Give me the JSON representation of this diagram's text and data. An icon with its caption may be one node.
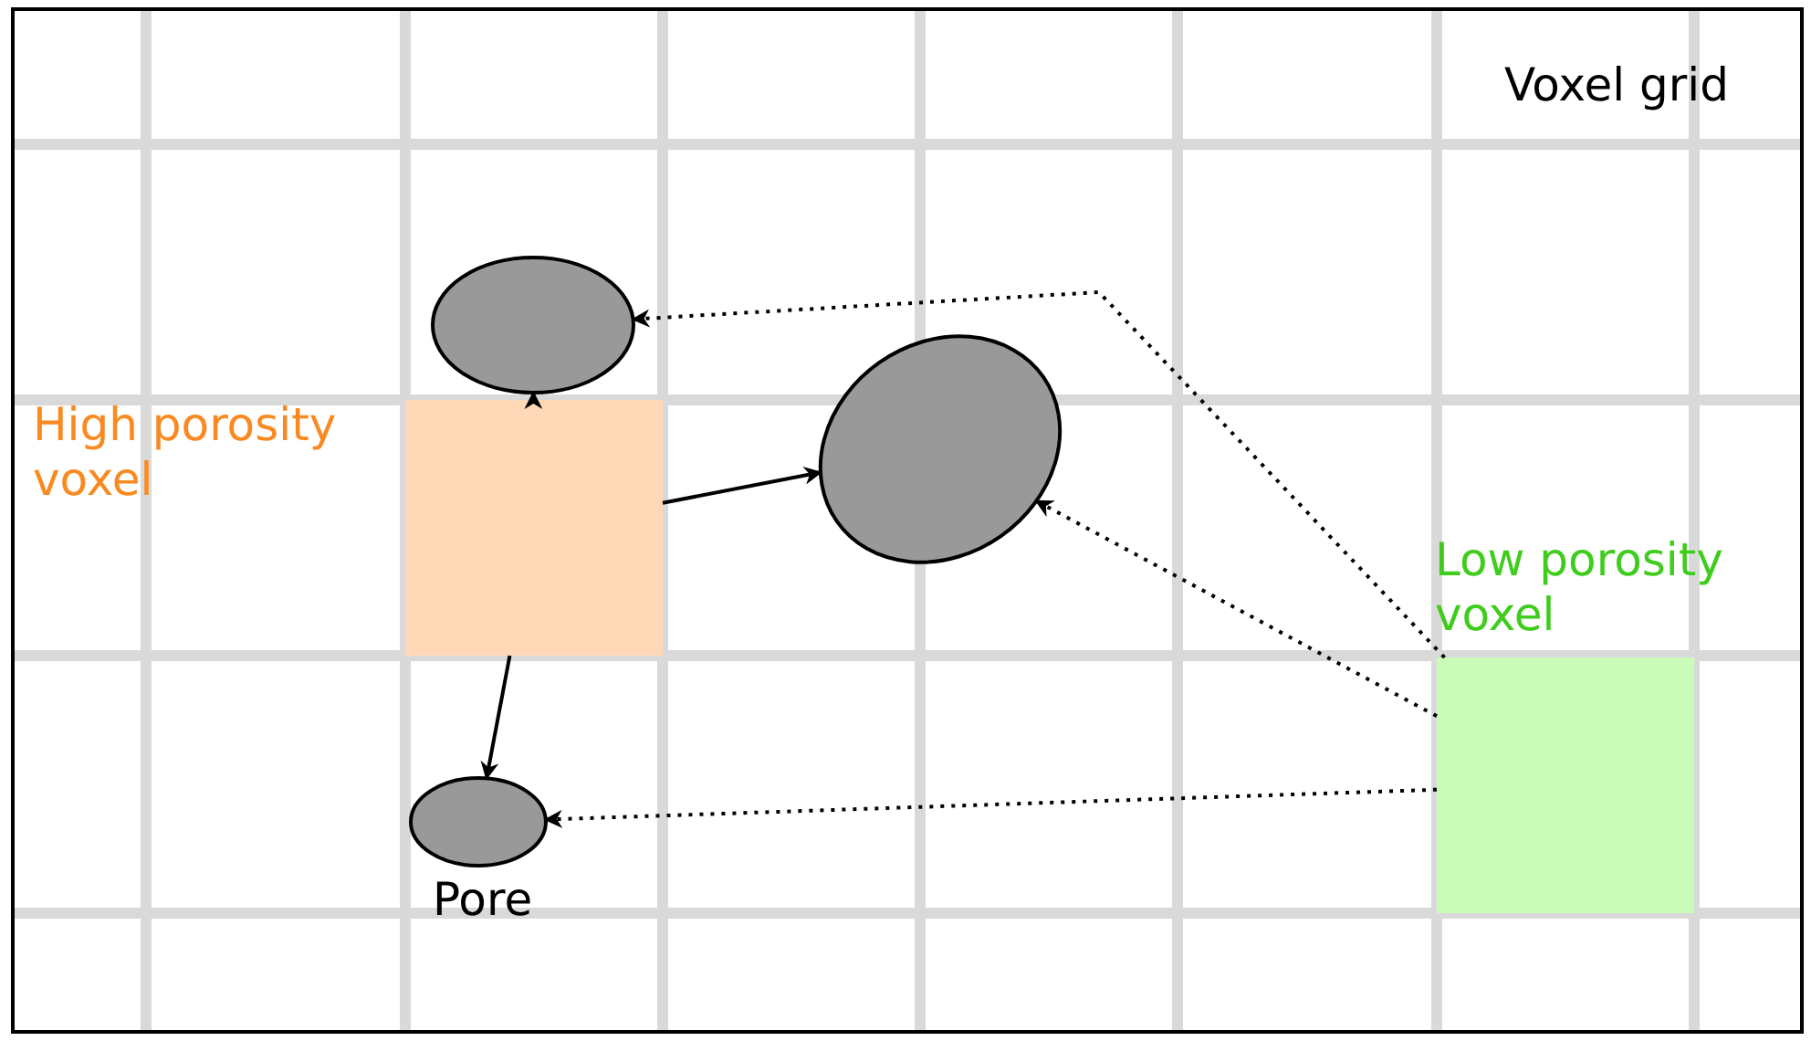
{
  "diagram": {
    "nodes": [
      {
        "text": [
          "High porosity voxel"
        ]
      },
      {
        "text": [
          "Low porosity voxel"
        ]
      },
      {
        "text": [],
        "shape": "ellipse"
      },
      {
        "text": [],
        "shape": "ellipse"
      },
      {
        "text": [],
        "shape": "ellipse",
        "beside": [
          "Pore"
        ]
      }
    ],
    "edges": [
      {
        "from": 0,
        "to": 2,
        "arrow": "to"
      },
      {
        "from": 0,
        "to": 3,
        "arrow": "to"
      },
      {
        "from": 0,
        "to": 4,
        "arrow": "to"
      },
      {
        "from": 1,
        "to": 2,
        "arrow": "to",
        "style": "dashed"
      },
      {
        "from": 1,
        "to": 3,
        "arrow": "to",
        "style": "dashed"
      },
      {
        "from": 1,
        "to": 4,
        "arrow": "to",
        "style": "dashed"
      }
    ],
    "labels": [
      "Voxel grid"
    ]
  }
}
